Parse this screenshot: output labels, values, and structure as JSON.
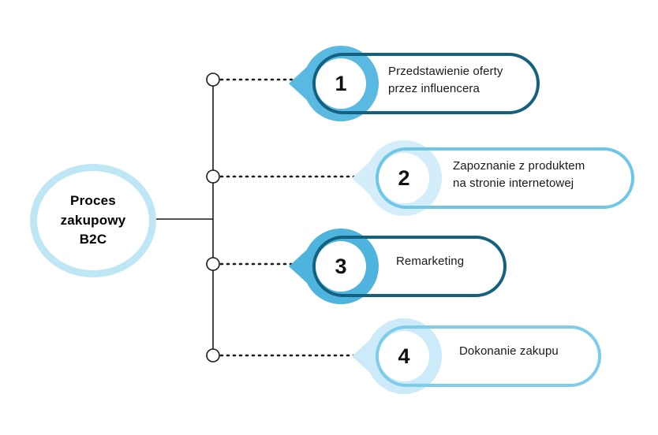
{
  "hub": {
    "label": "Proces\nzakupowy\nB2C",
    "ring_color": "#bfe6f5"
  },
  "steps": [
    {
      "number": "1",
      "text": "Przedstawienie oferty\nprzez influencera",
      "pill_color": "#14617f",
      "disc_color": "#5ab9e0",
      "arrow_color": "#5ab9e0"
    },
    {
      "number": "2",
      "text": "Zapoznanie z produktem\nna stronie internetowej",
      "pill_color": "#6ec6e8",
      "disc_color": "#d3eefa",
      "arrow_color": "#d3eefa"
    },
    {
      "number": "3",
      "text": "Remarketing",
      "pill_color": "#14617f",
      "disc_color": "#4eb3dd",
      "arrow_color": "#4eb3dd"
    },
    {
      "number": "4",
      "text": "Dokonanie zakupu",
      "pill_color": "#7cccea",
      "disc_color": "#cdeafa",
      "arrow_color": "#cdeafa"
    }
  ],
  "connectors": {
    "line_color": "#1a1a1a",
    "node_fill": "#ffffff",
    "node_count": 4
  }
}
